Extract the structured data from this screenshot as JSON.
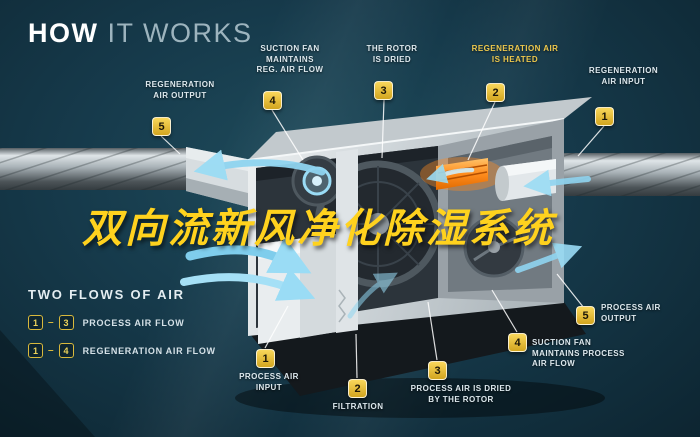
{
  "header": {
    "title_bold": "HOW",
    "title_light": "IT WORKS"
  },
  "overlay": {
    "cn_title": "双向流新风净化除湿系统"
  },
  "legend": {
    "heading": "TWO FLOWS OF AIR",
    "dash": "–",
    "rows": [
      {
        "start": "1",
        "end": "3",
        "label": "PROCESS AIR FLOW"
      },
      {
        "start": "1",
        "end": "4",
        "label": "REGENERATION AIR FLOW"
      }
    ]
  },
  "callouts": {
    "reg_air_output": {
      "num": "5",
      "label": "REGENERATION\nAIR OUTPUT"
    },
    "suction_fan_reg": {
      "num": "4",
      "label": "SUCTION FAN\nMAINTAINS\nREG. AIR FLOW"
    },
    "rotor_dried": {
      "num": "3",
      "label": "THE ROTOR\nIS DRIED"
    },
    "reg_air_heated": {
      "num": "2",
      "label": "REGENERATION AIR\nIS HEATED"
    },
    "reg_air_input": {
      "num": "1",
      "label": "REGENERATION\nAIR INPUT"
    },
    "process_air_output": {
      "num": "5",
      "label": "PROCESS AIR\nOUTPUT"
    },
    "process_air_input": {
      "num": "1",
      "label": "PROCESS AIR\nINPUT"
    },
    "filtration": {
      "num": "2",
      "label": "FILTRATION"
    },
    "process_air_dried": {
      "num": "3",
      "label": "PROCESS AIR IS DRIED\nBY THE ROTOR"
    },
    "suction_fan_process": {
      "num": "4",
      "label": "SUCTION FAN\nMAINTAINS PROCESS\nAIR FLOW"
    }
  },
  "colors": {
    "background": "#163A4B",
    "accent_gold": "#E8B93A",
    "cn_title_yellow": "#FFD21E",
    "flow_blue": "#8FD4F0",
    "heater_orange": "#FF8C1E"
  }
}
